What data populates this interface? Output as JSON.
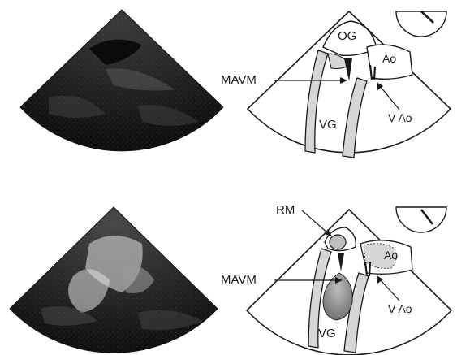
{
  "panels": [
    {
      "labels": {
        "og": "OG",
        "ao": "Ao",
        "mavm": "MAVM",
        "vg": "VG",
        "vao": "V Ao"
      }
    },
    {
      "labels": {
        "rm": "RM",
        "ao": "Ao",
        "mavm": "MAVM",
        "vg": "VG",
        "vao": "V Ao"
      }
    }
  ],
  "colors": {
    "ink": "#1a1a1a",
    "tissue_gray": "#d6d6d6",
    "regurgitant_jet": "#8a8a8a",
    "echo_background": "#101010"
  }
}
